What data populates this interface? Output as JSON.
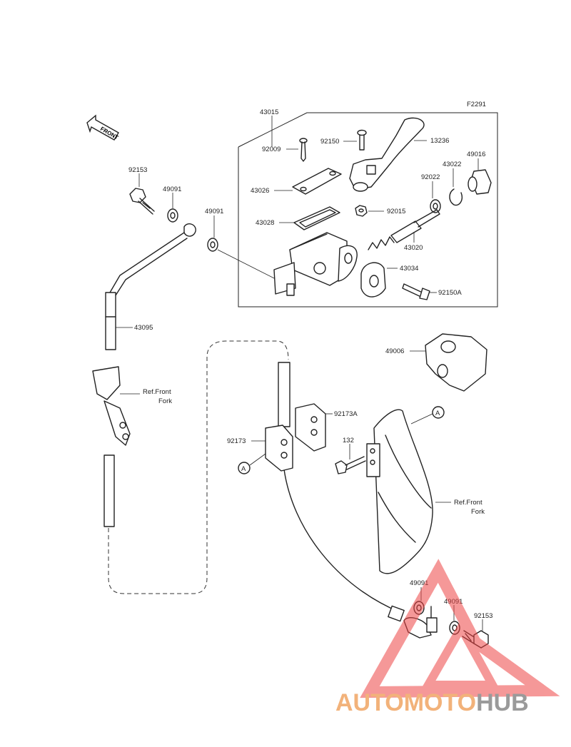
{
  "figure_code": "F2291",
  "front_arrow_text": "FRONT",
  "part_labels": {
    "p43015": "43015",
    "p92009": "92009",
    "p92150": "92150",
    "p13236": "13236",
    "p49016": "49016",
    "p43022": "43022",
    "p92022": "92022",
    "p43026": "43026",
    "p92015": "92015",
    "p43028": "43028",
    "p43020": "43020",
    "p43034": "43034",
    "p92150A": "92150A",
    "p92153_top": "92153",
    "p49091_top1": "49091",
    "p49091_top2": "49091",
    "p43095": "43095",
    "p49006": "49006",
    "p92173A": "92173A",
    "p92173": "92173",
    "p132": "132",
    "p49091_bot1": "49091",
    "p49091_bot2": "49091",
    "p92153_bot": "92153"
  },
  "ref_front_fork_left": [
    "Ref.Front",
    "Fork"
  ],
  "ref_front_fork_right": [
    "Ref.Front",
    "Fork"
  ],
  "marker_a": "A",
  "watermark": {
    "part1": "AUTOMOTO",
    "part2": "HUB",
    "color_orange": "#f2b27a",
    "color_gray": "#9a9a9a",
    "triangle_color": "#ee4444"
  }
}
